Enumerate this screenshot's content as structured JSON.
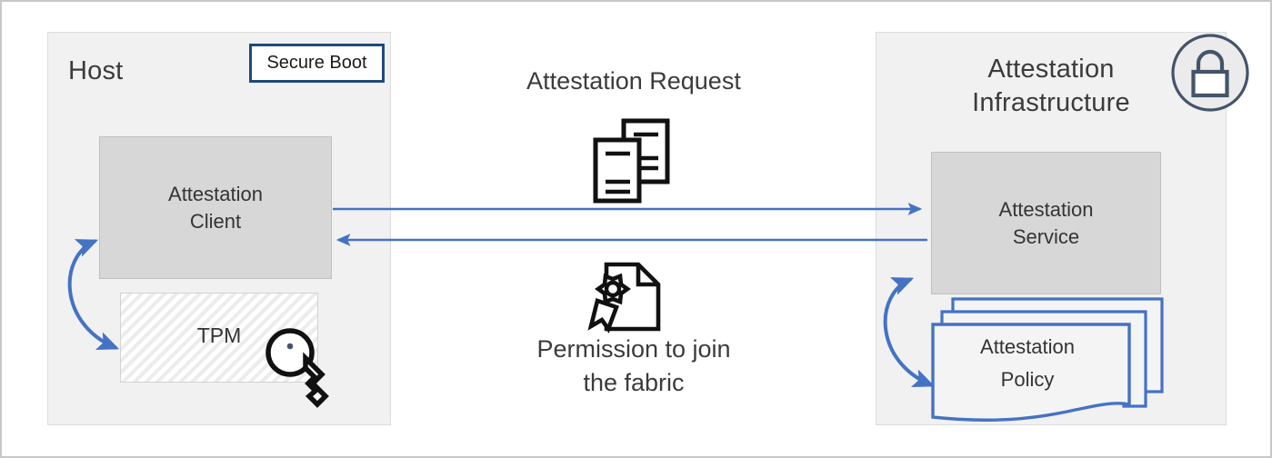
{
  "diagram": {
    "title": "Host attestation with attestation infrastructure",
    "colors": {
      "panel_fill": "#f1f1f1",
      "panel_border": "#dcdcdc",
      "box_fill": "#d7d7d7",
      "box_border": "#bfbfbf",
      "arrow_blue": "#4472c4",
      "policy_blue": "#4472c4",
      "tag_border": "#21497d",
      "lock_stroke": "#44546a",
      "text": "#3b3b3b"
    }
  },
  "host_panel": {
    "title": "Host",
    "secure_boot_tag": "Secure Boot",
    "client_box": "Attestation\nClient",
    "tpm_box": "TPM",
    "key_icon": "key-icon",
    "sync_arrow": "double-headed-curved-arrow"
  },
  "center": {
    "request_label": "Attestation Request",
    "request_icon": "documents-icon",
    "permission_label": "Permission to join\nthe fabric",
    "permission_icon": "certificate-icon",
    "arrow_to_infrastructure": "attestation-request-arrow",
    "arrow_to_host": "attestation-response-arrow"
  },
  "infrastructure_panel": {
    "title": "Attestation\nInfrastructure",
    "lock_icon": "lock-icon",
    "service_box": "Attestation\nService",
    "policy_stack": "Attestation\nPolicy",
    "policy_count": 3,
    "sync_arrow": "double-headed-curved-arrow"
  }
}
